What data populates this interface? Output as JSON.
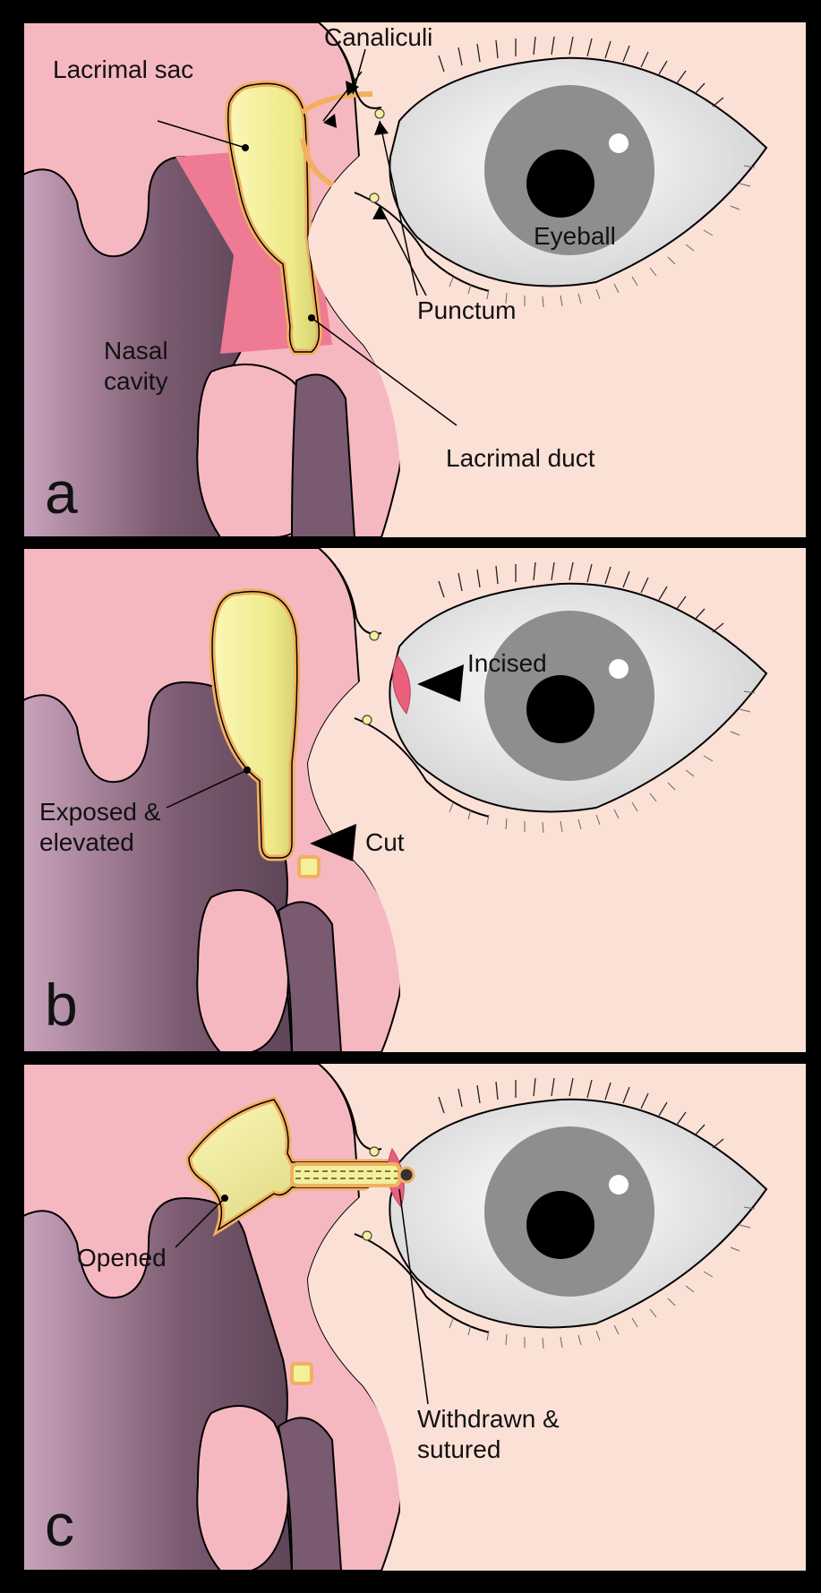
{
  "panels": {
    "a": {
      "letter": "a",
      "labels": {
        "lacrimal_sac": "Lacrimal sac",
        "canaliculi": "Canaliculi",
        "eyeball": "Eyeball",
        "punctum": "Punctum",
        "nasal_cavity": "Nasal cavity",
        "lacrimal_duct": "Lacrimal duct"
      }
    },
    "b": {
      "letter": "b",
      "labels": {
        "incised": "Incised",
        "exposed_elevated": "Exposed & elevated",
        "cut": "Cut"
      }
    },
    "c": {
      "letter": "c",
      "labels": {
        "opened": "Opened",
        "withdrawn_sutured": "Withdrawn & sutured"
      }
    }
  },
  "colors": {
    "skin": "#fbe0d6",
    "tissue_pink": "#f6b8c0",
    "lid_pink": "#f4a8b4",
    "cavity_purple": "#7a5a70",
    "sac_yellow": "#f3f09a",
    "sac_outline": "#f0b060",
    "sclera": "#e4e4e4",
    "iris": "#8e8e8e",
    "pupil": "#000000",
    "incision_red": "#e8607c"
  }
}
